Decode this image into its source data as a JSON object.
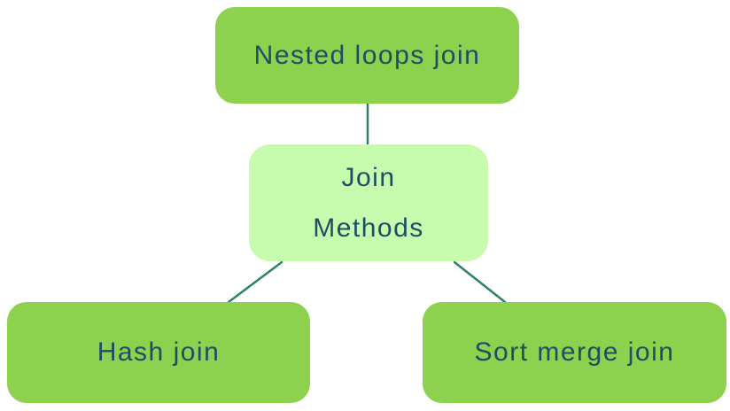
{
  "diagram": {
    "root": {
      "lines": [
        "Join",
        "Methods"
      ]
    },
    "children": [
      {
        "label": "Nested loops join"
      },
      {
        "label": "Hash join"
      },
      {
        "label": "Sort merge join"
      }
    ]
  },
  "colors": {
    "leaf_fill": "#8dd14f",
    "root_fill": "#c7fbae",
    "label_text": "#1e4e63",
    "connector_line": "#2e8068",
    "background": "#ffffff"
  }
}
